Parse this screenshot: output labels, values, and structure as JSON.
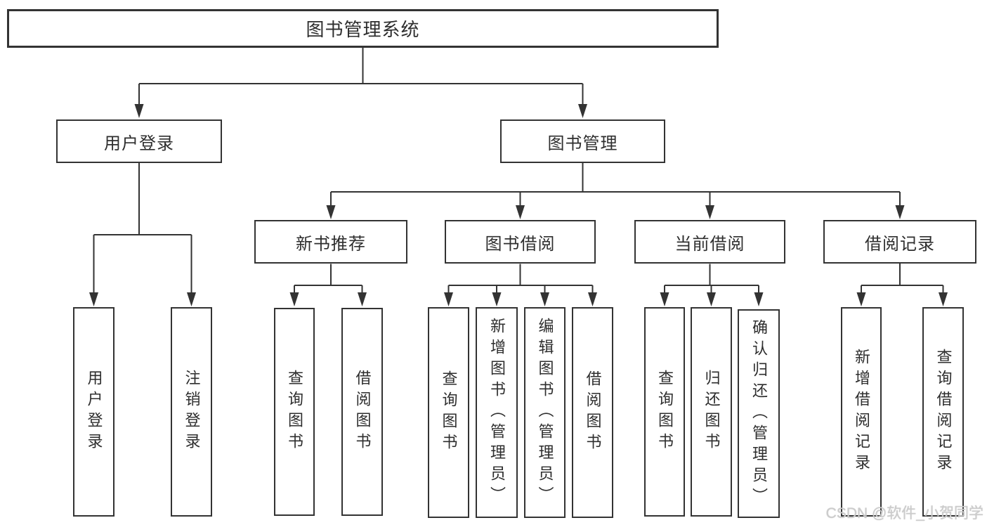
{
  "tree": {
    "root": "图书管理系统",
    "children": [
      {
        "label": "用户登录",
        "children": [
          "用户登录",
          "注销登录"
        ]
      },
      {
        "label": "图书管理",
        "children": [
          {
            "label": "新书推荐",
            "children": [
              "查询图书",
              "借阅图书"
            ]
          },
          {
            "label": "图书借阅",
            "children": [
              "查询图书",
              "新增图书（管理员）",
              "编辑图书（管理员）",
              "借阅图书"
            ]
          },
          {
            "label": "当前借阅",
            "children": [
              "查询图书",
              "归还图书",
              "确认归还（管理员）"
            ]
          },
          {
            "label": "借阅记录",
            "children": [
              "新增借阅记录",
              "查询借阅记录"
            ]
          }
        ]
      }
    ]
  },
  "watermark": {
    "text": "CSDN @软件_小贺同学"
  },
  "colors": {
    "line": "#333333",
    "border": "#333333",
    "text": "#2e2e2e",
    "background": "#ffffff",
    "watermark": "#cccccc"
  }
}
